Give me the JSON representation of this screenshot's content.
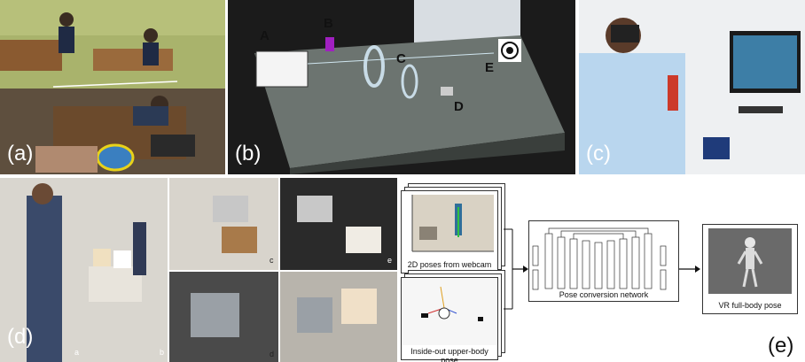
{
  "panels": {
    "a": {
      "label": "(a)"
    },
    "b": {
      "label": "(b)",
      "markers": [
        "A",
        "B",
        "C",
        "D",
        "E"
      ]
    },
    "c": {
      "label": "(c)"
    },
    "d": {
      "label": "(d)",
      "sub_labels": [
        "a",
        "b",
        "c",
        "d",
        "e"
      ]
    },
    "e": {
      "label": "(e)",
      "captions": {
        "webcam": "2D poses from webcam",
        "insideout": "Inside-out upper-body pose",
        "network": "Pose conversion network",
        "output": "VR full-body pose"
      }
    }
  },
  "colors": {
    "label": "#ffffff",
    "accent_yellow": "#e8d21a",
    "purple": "#a020c0"
  }
}
